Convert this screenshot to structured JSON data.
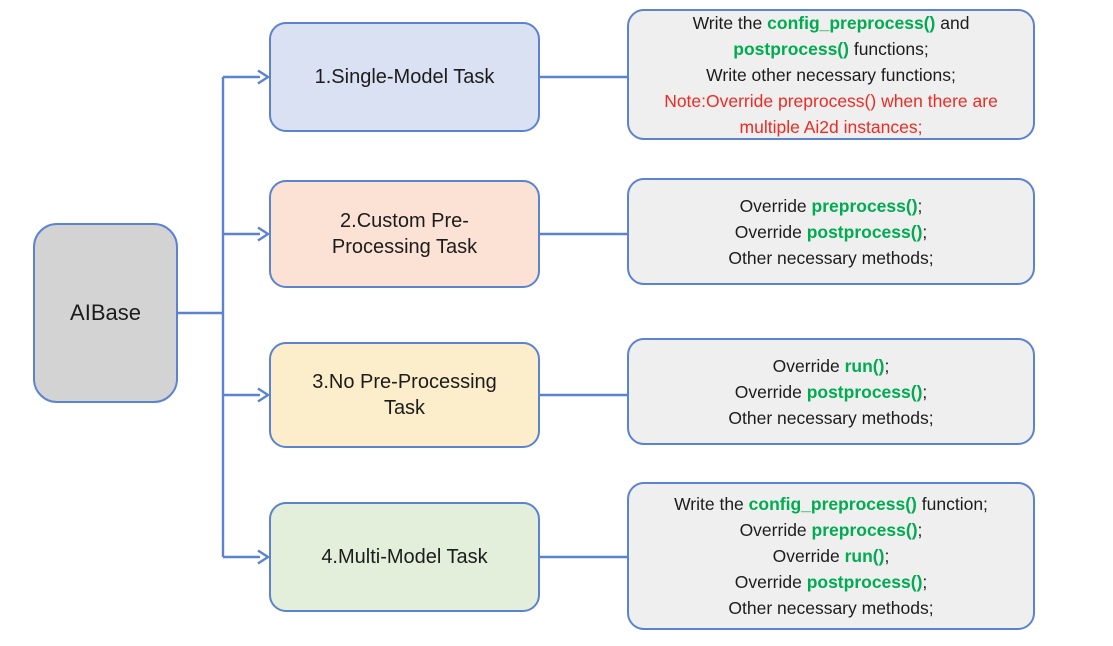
{
  "colors": {
    "border": "#5b83cf",
    "connector": "#5b83cf",
    "green": "#00ab51",
    "red": "#ee2b23",
    "text": "#1c1c1c",
    "detail_fill": "#efefef"
  },
  "root": {
    "label": "AIBase",
    "fill": "#d3d3d3"
  },
  "tasks": [
    {
      "label_lines": [
        "1.Single-Model Task"
      ],
      "fill": "#d9e1f2"
    },
    {
      "label_lines": [
        "2.Custom Pre-",
        "Processing Task"
      ],
      "fill": "#fbe2d4"
    },
    {
      "label_lines": [
        "3.No Pre-Processing",
        "Task"
      ],
      "fill": "#fceeca"
    },
    {
      "label_lines": [
        "4.Multi-Model Task"
      ],
      "fill": "#e3efda"
    }
  ],
  "details": [
    {
      "lines": [
        [
          {
            "t": "Write the ",
            "c": "plain"
          },
          {
            "t": "config_preprocess()",
            "c": "green"
          },
          {
            "t": " and",
            "c": "plain"
          }
        ],
        [
          {
            "t": "postprocess()",
            "c": "green"
          },
          {
            "t": " functions;",
            "c": "plain"
          }
        ],
        [
          {
            "t": "Write other necessary functions;",
            "c": "plain"
          }
        ],
        [
          {
            "t": "Note:Override preprocess() when there are",
            "c": "red"
          }
        ],
        [
          {
            "t": "multiple Ai2d instances;",
            "c": "red"
          }
        ]
      ]
    },
    {
      "lines": [
        [
          {
            "t": "Override ",
            "c": "plain"
          },
          {
            "t": "preprocess()",
            "c": "green"
          },
          {
            "t": ";",
            "c": "plain"
          }
        ],
        [
          {
            "t": "Override ",
            "c": "plain"
          },
          {
            "t": "postprocess()",
            "c": "green"
          },
          {
            "t": ";",
            "c": "plain"
          }
        ],
        [
          {
            "t": "Other necessary methods;",
            "c": "plain"
          }
        ]
      ]
    },
    {
      "lines": [
        [
          {
            "t": "Override ",
            "c": "plain"
          },
          {
            "t": "run()",
            "c": "green"
          },
          {
            "t": ";",
            "c": "plain"
          }
        ],
        [
          {
            "t": "Override ",
            "c": "plain"
          },
          {
            "t": "postprocess()",
            "c": "green"
          },
          {
            "t": ";",
            "c": "plain"
          }
        ],
        [
          {
            "t": "Other necessary methods;",
            "c": "plain"
          }
        ]
      ]
    },
    {
      "lines": [
        [
          {
            "t": "Write the ",
            "c": "plain"
          },
          {
            "t": "config_preprocess()",
            "c": "green"
          },
          {
            "t": " function;",
            "c": "plain"
          }
        ],
        [
          {
            "t": "Override ",
            "c": "plain"
          },
          {
            "t": "preprocess()",
            "c": "green"
          },
          {
            "t": ";",
            "c": "plain"
          }
        ],
        [
          {
            "t": "Override ",
            "c": "plain"
          },
          {
            "t": "run()",
            "c": "green"
          },
          {
            "t": ";",
            "c": "plain"
          }
        ],
        [
          {
            "t": "Override ",
            "c": "plain"
          },
          {
            "t": "postprocess()",
            "c": "green"
          },
          {
            "t": ";",
            "c": "plain"
          }
        ],
        [
          {
            "t": "Other necessary methods;",
            "c": "plain"
          }
        ]
      ]
    }
  ]
}
